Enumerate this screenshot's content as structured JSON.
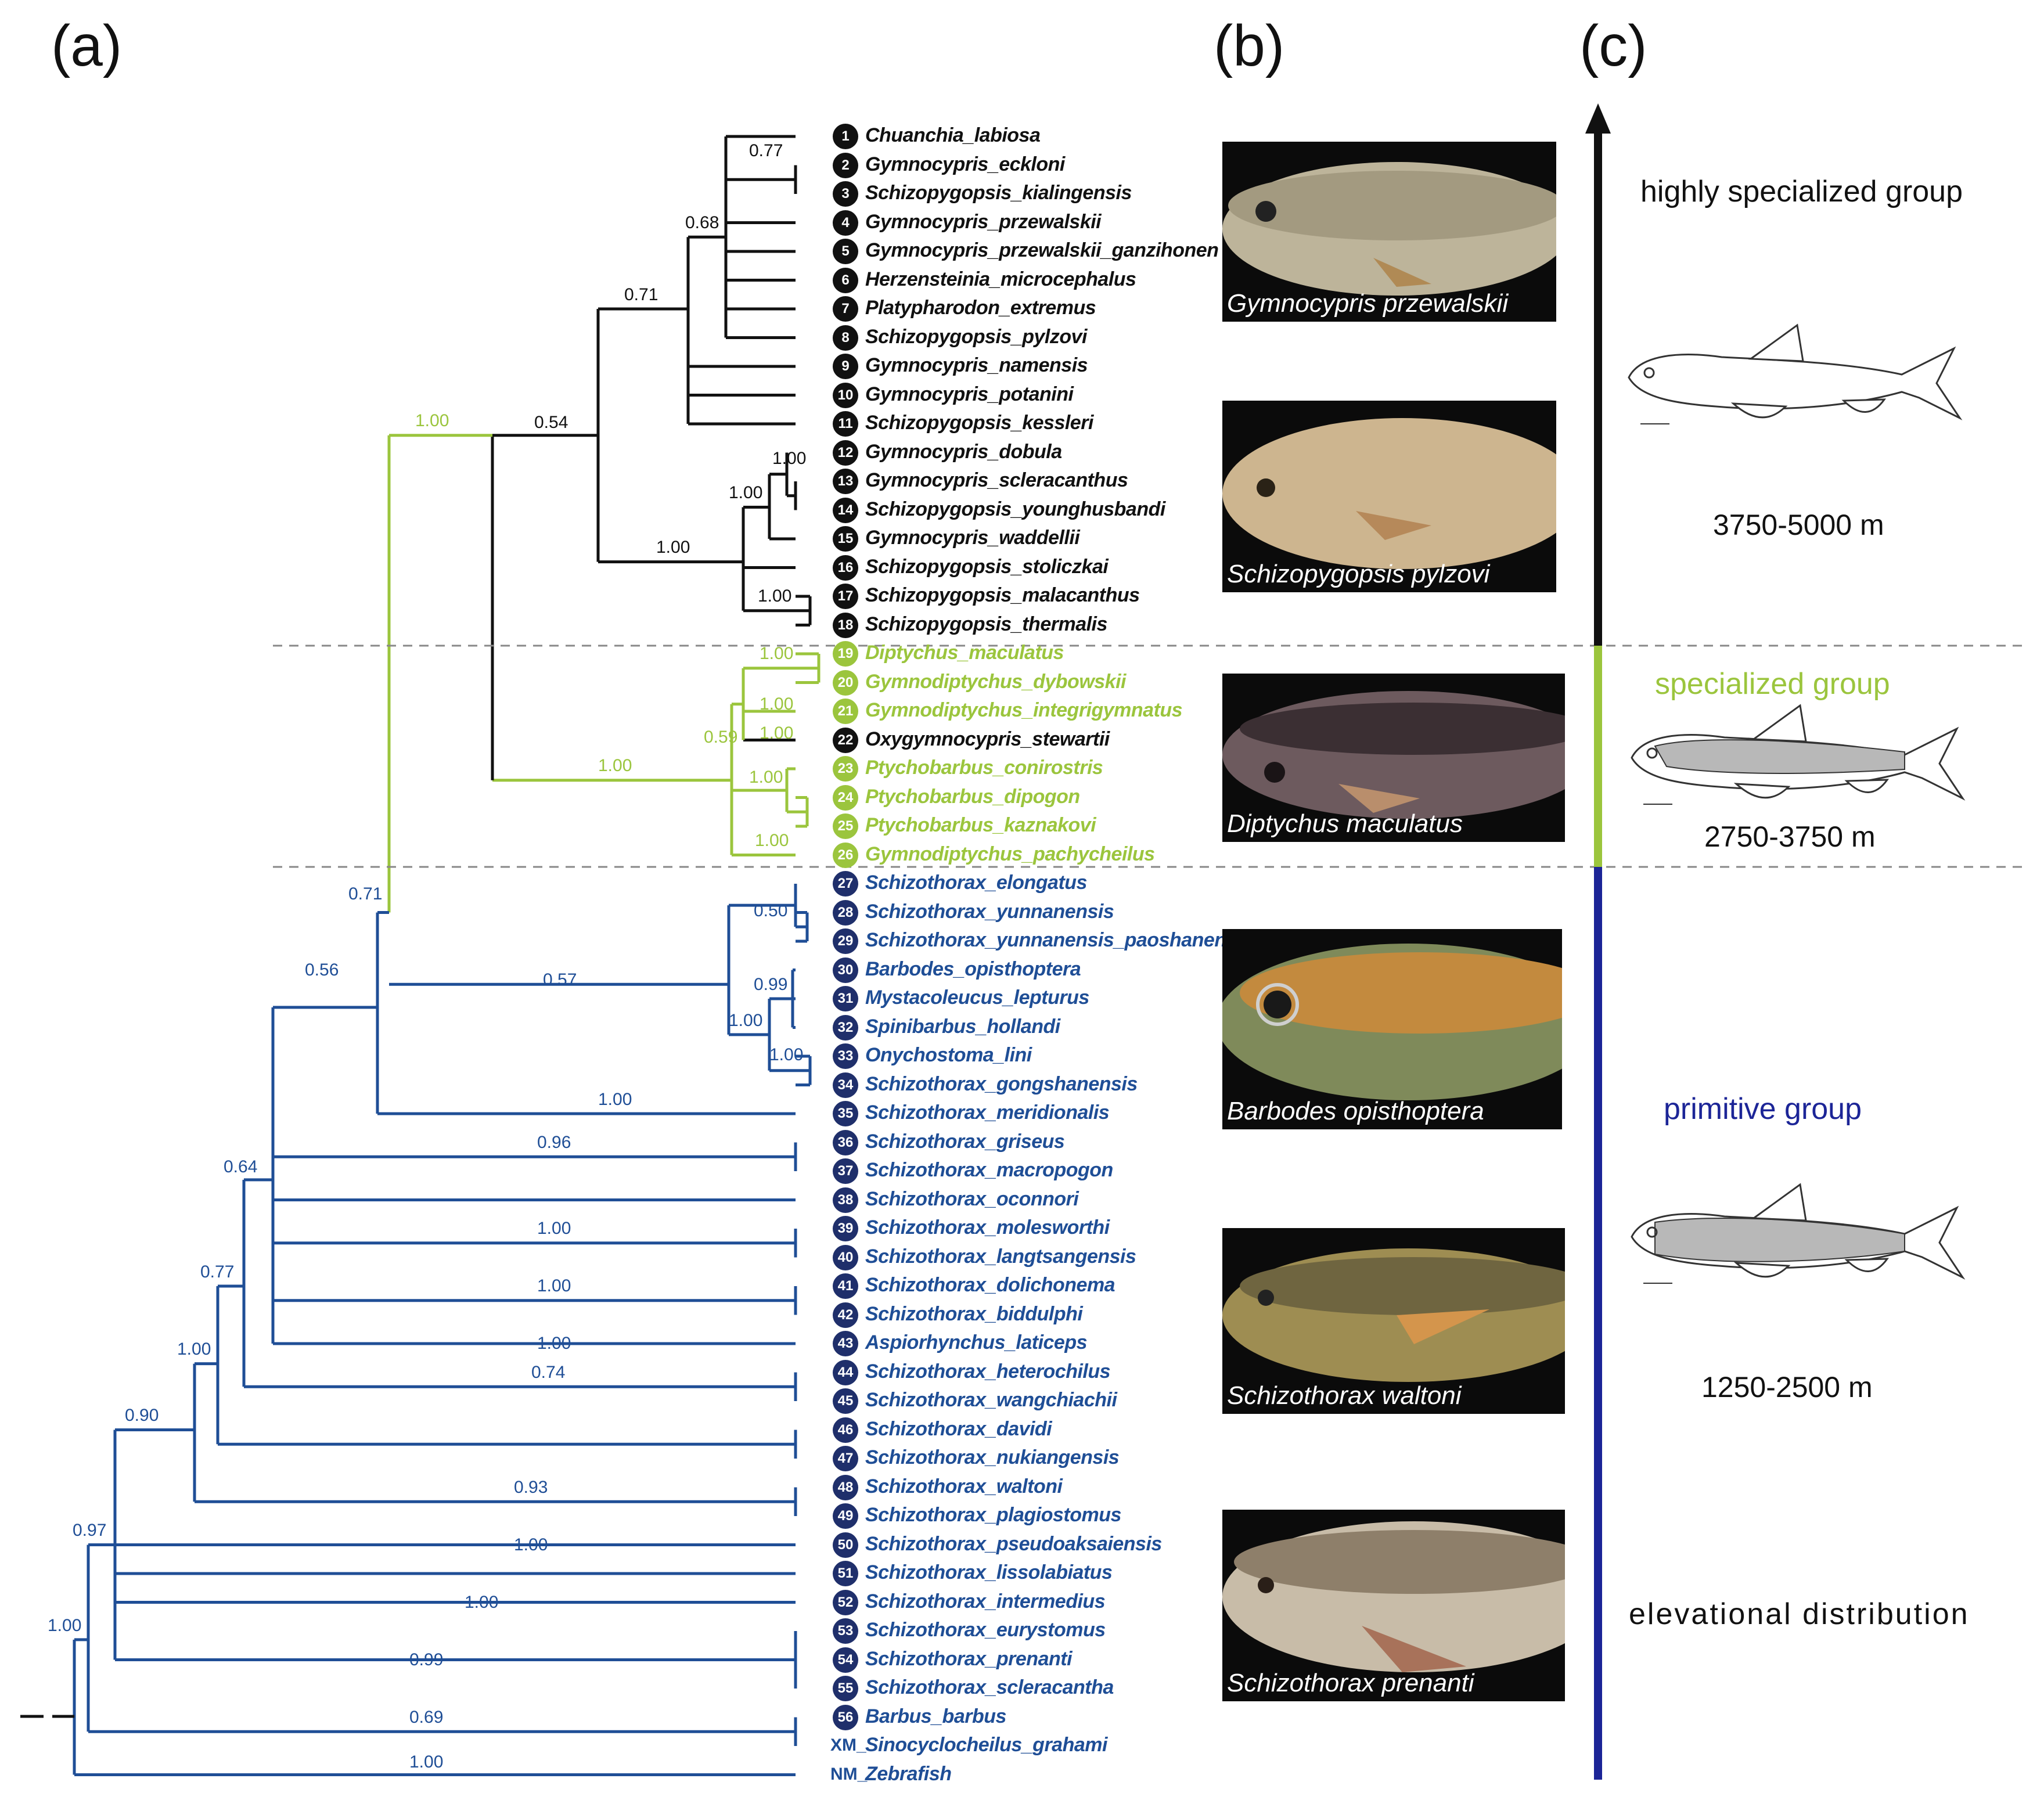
{
  "panels": {
    "a": "(a)",
    "b": "(b)",
    "c": "(c)"
  },
  "colors": {
    "black_group": "#111111",
    "green_group": "#9BC53D",
    "blue_group": "#1F4E96",
    "bar_blue": "#1C2597"
  },
  "taxa": [
    {
      "id": "1",
      "name": "Chuanchia_labiosa",
      "group": "black"
    },
    {
      "id": "2",
      "name": "Gymnocypris_eckloni",
      "group": "black"
    },
    {
      "id": "3",
      "name": "Schizopygopsis_kialingensis",
      "group": "black"
    },
    {
      "id": "4",
      "name": "Gymnocypris_przewalskii",
      "group": "black"
    },
    {
      "id": "5",
      "name": "Gymnocypris_przewalskii_ganzihonen",
      "group": "black"
    },
    {
      "id": "6",
      "name": "Herzensteinia_microcephalus",
      "group": "black"
    },
    {
      "id": "7",
      "name": "Platypharodon_extremus",
      "group": "black"
    },
    {
      "id": "8",
      "name": "Schizopygopsis_pylzovi",
      "group": "black"
    },
    {
      "id": "9",
      "name": "Gymnocypris_namensis",
      "group": "black"
    },
    {
      "id": "10",
      "name": "Gymnocypris_potanini",
      "group": "black"
    },
    {
      "id": "11",
      "name": "Schizopygopsis_kessleri",
      "group": "black"
    },
    {
      "id": "12",
      "name": "Gymnocypris_dobula",
      "group": "black"
    },
    {
      "id": "13",
      "name": "Gymnocypris_scleracanthus",
      "group": "black"
    },
    {
      "id": "14",
      "name": "Schizopygopsis_younghusbandi",
      "group": "black"
    },
    {
      "id": "15",
      "name": "Gymnocypris_waddellii",
      "group": "black"
    },
    {
      "id": "16",
      "name": "Schizopygopsis_stoliczkai",
      "group": "black"
    },
    {
      "id": "17",
      "name": "Schizopygopsis_malacanthus",
      "group": "black"
    },
    {
      "id": "18",
      "name": "Schizopygopsis_thermalis",
      "group": "black"
    },
    {
      "id": "19",
      "name": "Diptychus_maculatus",
      "group": "green"
    },
    {
      "id": "20",
      "name": "Gymnodiptychus_dybowskii",
      "group": "green"
    },
    {
      "id": "21",
      "name": "Gymnodiptychus_integrigymnatus",
      "group": "green"
    },
    {
      "id": "22",
      "name": "Oxygymnocypris_stewartii",
      "group": "black"
    },
    {
      "id": "23",
      "name": "Ptychobarbus_conirostris",
      "group": "green"
    },
    {
      "id": "24",
      "name": "Ptychobarbus_dipogon",
      "group": "green"
    },
    {
      "id": "25",
      "name": "Ptychobarbus_kaznakovi",
      "group": "green"
    },
    {
      "id": "26",
      "name": "Gymnodiptychus_pachycheilus",
      "group": "green"
    },
    {
      "id": "27",
      "name": "Schizothorax_elongatus",
      "group": "blue"
    },
    {
      "id": "28",
      "name": "Schizothorax_yunnanensis",
      "group": "blue"
    },
    {
      "id": "29",
      "name": "Schizothorax_yunnanensis_paoshanens",
      "group": "blue"
    },
    {
      "id": "30",
      "name": "Barbodes_opisthoptera",
      "group": "blue"
    },
    {
      "id": "31",
      "name": "Mystacoleucus_lepturus",
      "group": "blue"
    },
    {
      "id": "32",
      "name": "Spinibarbus_hollandi",
      "group": "blue"
    },
    {
      "id": "33",
      "name": "Onychostoma_lini",
      "group": "blue"
    },
    {
      "id": "34",
      "name": "Schizothorax_gongshanensis",
      "group": "blue"
    },
    {
      "id": "35",
      "name": "Schizothorax_meridionalis",
      "group": "blue"
    },
    {
      "id": "36",
      "name": "Schizothorax_griseus",
      "group": "blue"
    },
    {
      "id": "37",
      "name": "Schizothorax_macropogon",
      "group": "blue"
    },
    {
      "id": "38",
      "name": "Schizothorax_oconnori",
      "group": "blue"
    },
    {
      "id": "39",
      "name": "Schizothorax_molesworthi",
      "group": "blue"
    },
    {
      "id": "40",
      "name": "Schizothorax_langtsangensis",
      "group": "blue"
    },
    {
      "id": "41",
      "name": "Schizothorax_dolichonema",
      "group": "blue"
    },
    {
      "id": "42",
      "name": "Schizothorax_biddulphi",
      "group": "blue"
    },
    {
      "id": "43",
      "name": "Aspiorhynchus_laticeps",
      "group": "blue"
    },
    {
      "id": "44",
      "name": "Schizothorax_heterochilus",
      "group": "blue"
    },
    {
      "id": "45",
      "name": "Schizothorax_wangchiachii",
      "group": "blue"
    },
    {
      "id": "46",
      "name": "Schizothorax_davidi",
      "group": "blue"
    },
    {
      "id": "47",
      "name": "Schizothorax_nukiangensis",
      "group": "blue"
    },
    {
      "id": "48",
      "name": "Schizothorax_waltoni",
      "group": "blue"
    },
    {
      "id": "49",
      "name": "Schizothorax_plagiostomus",
      "group": "blue"
    },
    {
      "id": "50",
      "name": "Schizothorax_pseudoaksaiensis",
      "group": "blue"
    },
    {
      "id": "51",
      "name": "Schizothorax_lissolabiatus",
      "group": "blue"
    },
    {
      "id": "52",
      "name": "Schizothorax_intermedius",
      "group": "blue"
    },
    {
      "id": "53",
      "name": "Schizothorax_eurystomus",
      "group": "blue"
    },
    {
      "id": "54",
      "name": "Schizothorax_prenanti",
      "group": "blue"
    },
    {
      "id": "55",
      "name": "Schizothorax_scleracantha",
      "group": "blue"
    },
    {
      "id": "56",
      "name": "Barbus_barbus",
      "group": "blue"
    },
    {
      "code": "XM_",
      "name": "Sinocyclocheilus_grahami",
      "group": "blue"
    },
    {
      "code": "NM_",
      "name": "Zebrafish",
      "group": "blue"
    }
  ],
  "supports": [
    {
      "value": "0.77",
      "group": "black"
    },
    {
      "value": "0.68",
      "group": "black"
    },
    {
      "value": "0.71",
      "group": "black"
    },
    {
      "value": "0.54",
      "group": "black"
    },
    {
      "value": "1.00",
      "group": "black"
    },
    {
      "value": "1.00",
      "group": "black"
    },
    {
      "value": "1.00",
      "group": "black"
    },
    {
      "value": "1.00",
      "group": "black"
    },
    {
      "value": "1.00",
      "group": "green"
    },
    {
      "value": "1.00",
      "group": "green"
    },
    {
      "value": "1.00",
      "group": "green"
    },
    {
      "value": "0.59",
      "group": "green"
    },
    {
      "value": "1.00",
      "group": "green"
    },
    {
      "value": "1.00",
      "group": "green"
    },
    {
      "value": "1.00",
      "group": "green"
    },
    {
      "value": "1.00",
      "group": "green"
    },
    {
      "value": "0.71",
      "group": "blue"
    },
    {
      "value": "0.56",
      "group": "blue"
    },
    {
      "value": "0.57",
      "group": "blue"
    },
    {
      "value": "0.50",
      "group": "blue"
    },
    {
      "value": "0.99",
      "group": "blue"
    },
    {
      "value": "1.00",
      "group": "blue"
    },
    {
      "value": "1.00",
      "group": "blue"
    },
    {
      "value": "1.00",
      "group": "blue"
    },
    {
      "value": "0.96",
      "group": "blue"
    },
    {
      "value": "0.64",
      "group": "blue"
    },
    {
      "value": "1.00",
      "group": "blue"
    },
    {
      "value": "1.00",
      "group": "blue"
    },
    {
      "value": "1.00",
      "group": "blue"
    },
    {
      "value": "0.77",
      "group": "blue"
    },
    {
      "value": "0.74",
      "group": "blue"
    },
    {
      "value": "1.00",
      "group": "blue"
    },
    {
      "value": "0.93",
      "group": "blue"
    },
    {
      "value": "0.90",
      "group": "blue"
    },
    {
      "value": "1.00",
      "group": "blue"
    },
    {
      "value": "0.97",
      "group": "blue"
    },
    {
      "value": "1.00",
      "group": "blue"
    },
    {
      "value": "0.99",
      "group": "blue"
    },
    {
      "value": "1.00",
      "group": "blue"
    },
    {
      "value": "0.69",
      "group": "blue"
    },
    {
      "value": "1.00",
      "group": "blue"
    }
  ],
  "photos": [
    {
      "caption": "Gymnocypris przewalskii"
    },
    {
      "caption": "Schizopygopsis pylzovi"
    },
    {
      "caption": "Diptychus maculatus"
    },
    {
      "caption": "Barbodes opisthoptera"
    },
    {
      "caption": "Schizothorax waltoni"
    },
    {
      "caption": "Schizothorax prenanti"
    }
  ],
  "groups": {
    "highly_specialized": "highly specialized group",
    "specialized": "specialized group",
    "primitive": "primitive group",
    "elev_high": "3750-5000 m",
    "elev_mid": "2750-3750 m",
    "elev_low": "1250-2500 m",
    "elevational": "elevational distribution"
  }
}
